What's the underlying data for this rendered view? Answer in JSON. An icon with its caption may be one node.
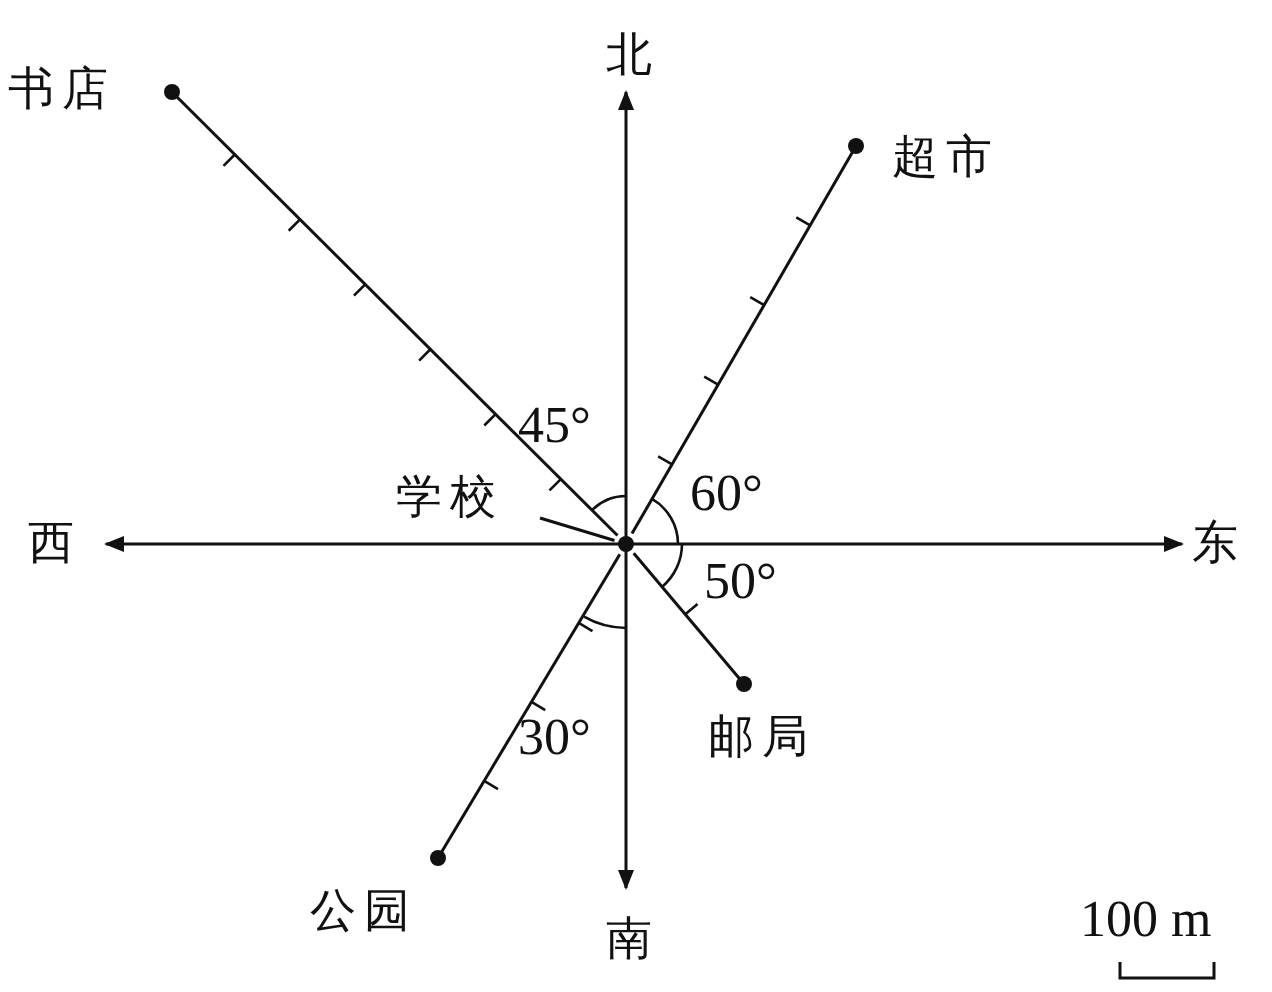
{
  "diagram": {
    "nodes": [
      {
        "text": [
          "学校"
        ]
      },
      {
        "text": [],
        "shape": "circle"
      },
      {
        "text": [
          "书店"
        ]
      },
      {
        "text": [
          "超市"
        ]
      },
      {
        "text": [
          "邮局"
        ]
      },
      {
        "text": [
          "公园"
        ]
      }
    ],
    "edges": [
      {
        "from": 0,
        "to": 1,
        "arrow": "none"
      },
      {
        "from": 1,
        "to": 2,
        "arrow": "none"
      },
      {
        "from": 1,
        "to": 3,
        "arrow": "none"
      },
      {
        "from": 1,
        "to": 4,
        "arrow": "none"
      },
      {
        "from": 1,
        "to": 5,
        "arrow": "none"
      }
    ],
    "labels": [
      "北",
      "西",
      "东",
      "南",
      "45°",
      "60°",
      "50°",
      "30°",
      "100 m"
    ]
  }
}
